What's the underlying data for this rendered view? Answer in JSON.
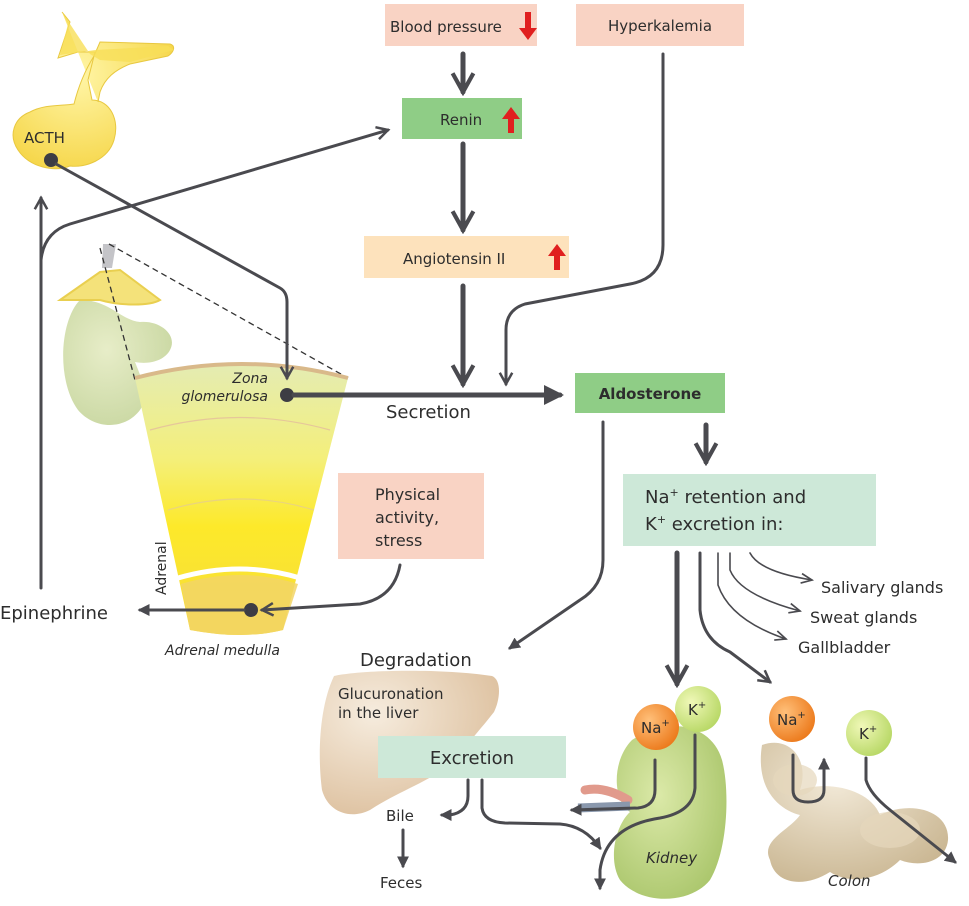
{
  "colors": {
    "box_salmon": "#f9d3c4",
    "box_green": "#8fcd86",
    "box_peach": "#fde2bc",
    "box_mint": "#cde8d8",
    "arrow_gray": "#4a4a4f",
    "up_down_arrow_red": "#e01f1f",
    "na_ion_orange": "#f08a28",
    "k_ion_green": "#c8e27c"
  },
  "triggers": {
    "blood_pressure": {
      "label": "Blood pressure",
      "direction": "down"
    },
    "hyperkalemia": {
      "label": "Hyperkalemia"
    },
    "physical_activity": {
      "line1": "Physical",
      "line2": "activity,",
      "line3": "stress"
    }
  },
  "cascade": {
    "renin": {
      "label": "Renin",
      "direction": "up"
    },
    "angiotensin": {
      "label": "Angiotensin II",
      "direction": "up"
    },
    "aldosterone": {
      "label": "Aldosterone"
    },
    "secretion": "Secretion"
  },
  "pituitary": {
    "hormone": "ACTH"
  },
  "adrenal": {
    "zona_line1": "Zona",
    "zona_line2": "glomerulosa",
    "side_label": "Adrenal",
    "medulla_label": "Adrenal medulla",
    "output": "Epinephrine"
  },
  "effects": {
    "title_line1_prefix": "Na",
    "title_line1_sup": "+",
    "title_line1_suffix": " retention and",
    "title_line2_prefix": "K",
    "title_line2_sup": "+",
    "title_line2_suffix": " excretion in:",
    "targets": [
      "Salivary glands",
      "Sweat glands",
      "Gallbladder"
    ]
  },
  "degradation": {
    "label": "Degradation",
    "liver_line1": "Glucuronation",
    "liver_line2": "in the liver",
    "excretion": "Excretion",
    "bile": "Bile",
    "feces": "Feces"
  },
  "organs": {
    "kidney": {
      "label": "Kidney",
      "na": "Na",
      "k": "K",
      "charge": "+"
    },
    "colon": {
      "label": "Colon",
      "na": "Na",
      "k": "K",
      "charge": "+"
    }
  }
}
